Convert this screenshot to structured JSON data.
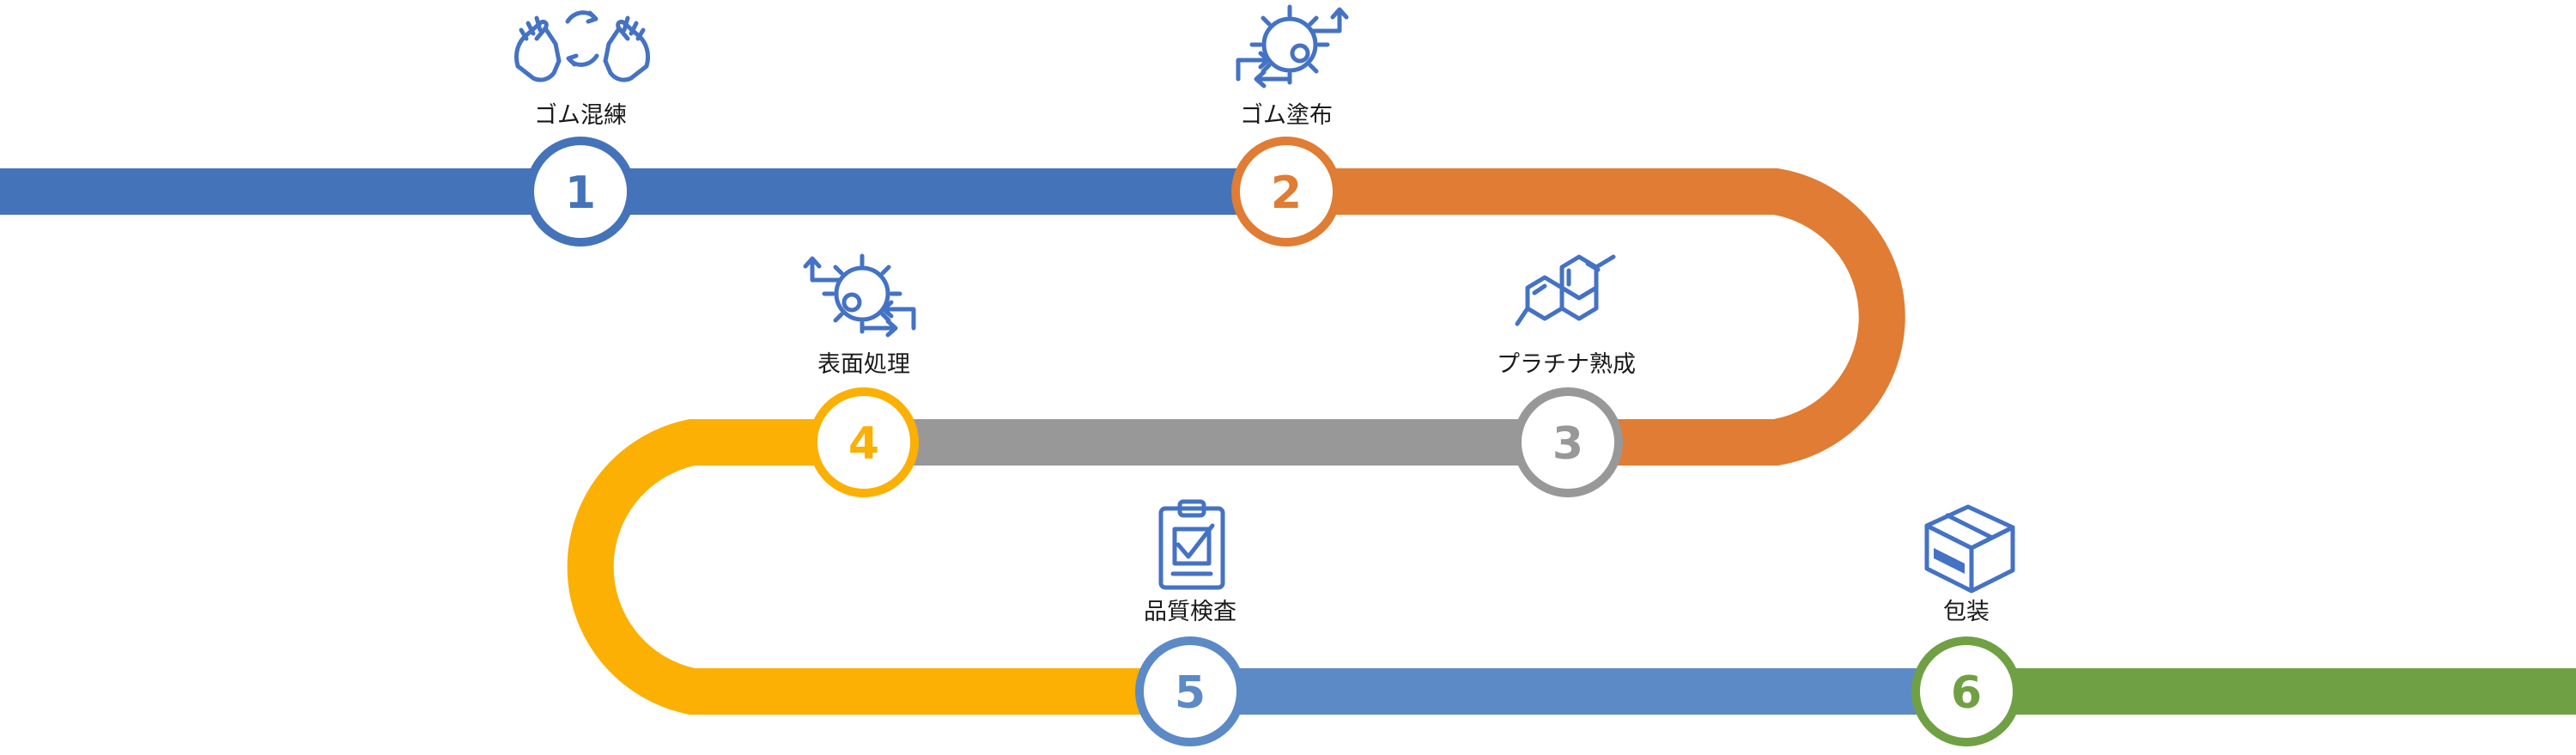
{
  "colors": {
    "blue": "#4473b9",
    "orange": "#e07c33",
    "gray": "#989898",
    "yellow": "#fbb003",
    "steel_blue": "#5b8ac6",
    "green": "#70a044",
    "icon": "#4472c4"
  },
  "steps": [
    {
      "number": "1",
      "label": "ゴム混練",
      "icon": "hands-exchange-icon",
      "color": "#4473b9"
    },
    {
      "number": "2",
      "label": "ゴム塗布",
      "icon": "gear-arrows-icon",
      "color": "#e07c33"
    },
    {
      "number": "3",
      "label": "プラチナ熟成",
      "icon": "molecule-icon",
      "color": "#989898"
    },
    {
      "number": "4",
      "label": "表面処理",
      "icon": "gear-arrows-icon",
      "color": "#fbb003"
    },
    {
      "number": "5",
      "label": "品質検査",
      "icon": "clipboard-check-icon",
      "color": "#5b8ac6"
    },
    {
      "number": "6",
      "label": "包装",
      "icon": "package-box-icon",
      "color": "#70a044"
    }
  ]
}
